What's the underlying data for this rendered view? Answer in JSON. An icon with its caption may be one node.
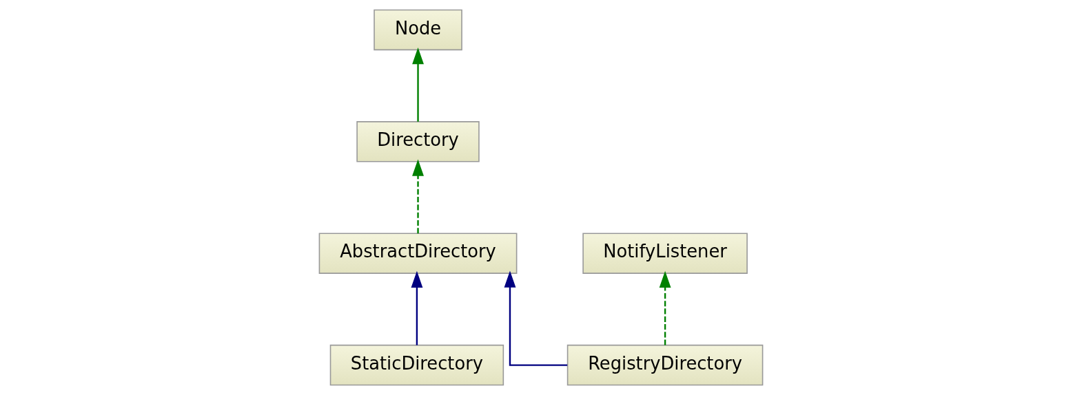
{
  "diagram": {
    "nodes": [
      {
        "text": [
          "Node"
        ]
      },
      {
        "text": [
          "Directory"
        ]
      },
      {
        "text": [
          "AbstractDirectory"
        ]
      },
      {
        "text": [
          "NotifyListener"
        ]
      },
      {
        "text": [
          "StaticDirectory"
        ]
      },
      {
        "text": [
          "RegistryDirectory"
        ]
      }
    ],
    "edges": [
      {
        "from": 1,
        "to": 0,
        "arrow": "to"
      },
      {
        "from": 2,
        "to": 1,
        "arrow": "to",
        "style": "dashed"
      },
      {
        "from": 4,
        "to": 2,
        "arrow": "to",
        "color": "#000080"
      },
      {
        "from": 5,
        "to": 2,
        "arrow": "to",
        "color": "#000080"
      },
      {
        "from": 5,
        "to": 3,
        "arrow": "to",
        "style": "dashed"
      }
    ]
  }
}
